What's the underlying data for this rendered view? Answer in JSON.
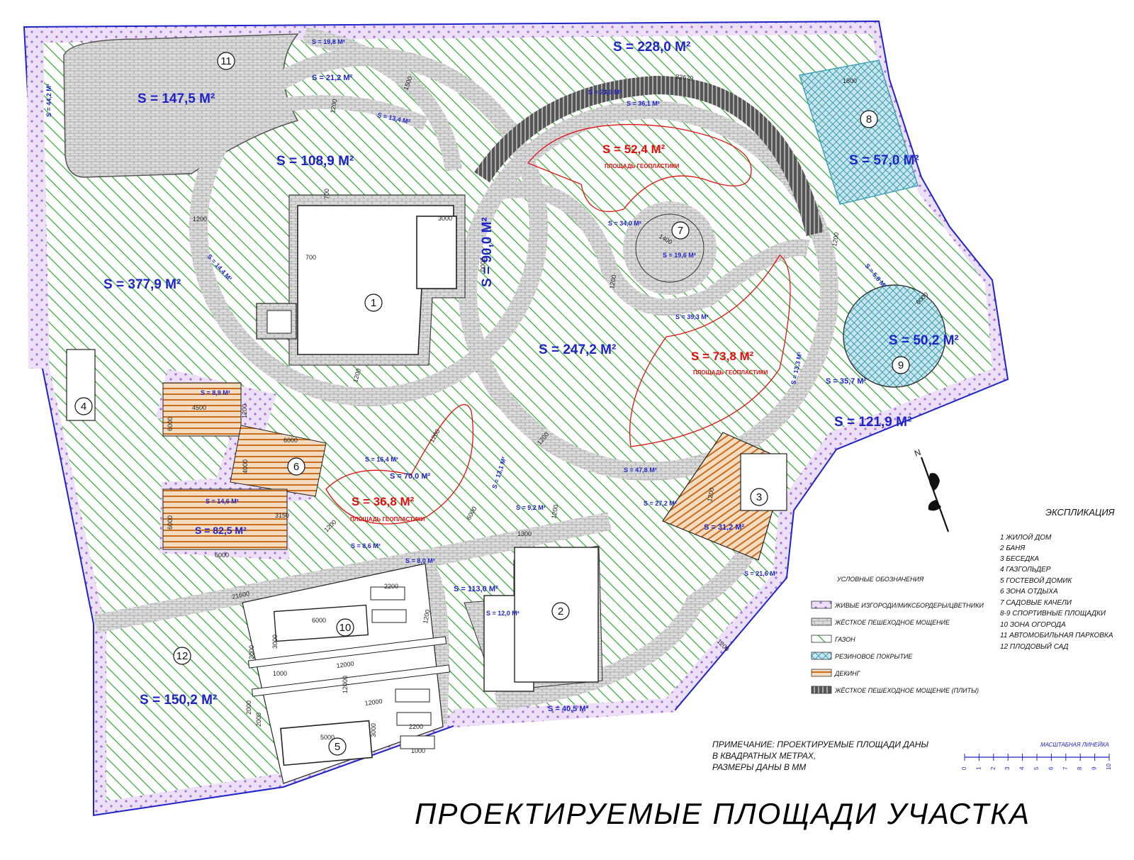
{
  "title": "ПРОЕКТИРУЕМЫЕ ПЛОЩАДИ УЧАСТКА",
  "note": [
    "ПРИМЕЧАНИЕ: ПРОЕКТИРУЕМЫЕ ПЛОЩАДИ ДАНЫ",
    "В КВАДРАТНЫХ МЕТРАХ,",
    "РАЗМЕРЫ ДАНЫ В ММ"
  ],
  "scale_bar": {
    "label": "МАСШТАБНАЯ ЛИНЕЙКА",
    "ticks": [
      "0",
      "1",
      "2",
      "3",
      "4",
      "5",
      "6",
      "7",
      "8",
      "9",
      "10"
    ]
  },
  "north_label": "N",
  "colors": {
    "lawn": "#2fa82f",
    "hedge": "#b07ad8",
    "paving": "#8a8a8a",
    "rubber": "#3a9fb5",
    "decking": "#c96d1e",
    "text_blue": "#1f24c8",
    "text_red": "#e01010"
  },
  "explication": {
    "title": "ЭКСПЛИКАЦИЯ",
    "items": [
      "1 ЖИЛОЙ ДОМ",
      "2 БАНЯ",
      "3 БЕСЕДКА",
      "4 ГАЗГОЛЬДЕР",
      "5 ГОСТЕВОЙ ДОМИК",
      "6 ЗОНА ОТДЫХА",
      "7 САДОВЫЕ КАЧЕЛИ",
      "8-9 СПОРТИВНЫЕ ПЛОЩАДКИ",
      "10 ЗОНА ОГОРОДА",
      "11 АВТОМОБИЛЬНАЯ ПАРКОВКА",
      "12 ПЛОДОВЫЙ САД"
    ]
  },
  "legend": {
    "title": "УСЛОВНЫЕ ОБОЗНАЧЕНИЯ",
    "items": [
      {
        "label": "ЖИВЫЕ ИЗГОРОДИ/МИКСБОРДЕРЫ/ЦВЕТНИКИ",
        "swatch": "hedge"
      },
      {
        "label": "ЖЁСТКОЕ ПЕШЕХОДНОЕ МОЩЕНИЕ",
        "swatch": "paving"
      },
      {
        "label": "ГАЗОН",
        "swatch": "lawn"
      },
      {
        "label": "РЕЗИНОВОЕ ПОКРЫТИЕ",
        "swatch": "rubber"
      },
      {
        "label": "ДЕКИНГ",
        "swatch": "decking"
      },
      {
        "label": "ЖЁСТКОЕ ПЕШЕХОДНОЕ МОЩЕНИЕ (ПЛИТЫ)",
        "swatch": "slabs"
      }
    ]
  },
  "big_areas": [
    "S = 228,0 M²",
    "S = 147,5 M²",
    "S = 108,9 M²",
    "S = 377,9 M²",
    "S = 90,0 M²",
    "S = 247,2 M²",
    "S = 57,0 M²",
    "S = 50,2 M²",
    "S = 121,9 M²",
    "S = 82,5 M²",
    "S = 150,2 M²"
  ],
  "geo_areas": [
    {
      "value": "S = 52,4 M²",
      "label": "ПЛОЩАДЬ ГЕОПЛАСТИКИ"
    },
    {
      "value": "S = 73,8 M²",
      "label": "ПЛОЩАДЬ ГЕОПЛАСТИКИ"
    },
    {
      "value": "S = 36,8 M²",
      "label": "ПЛОЩАДЬ ГЕОПЛАСТИКИ"
    }
  ],
  "small_areas": [
    "S = 44,2 M²",
    "S = 19,8 M²",
    "S = 21,2 M²",
    "S = 13,4 M²",
    "S = 23,6 M²",
    "S = 36,1 M²",
    "S = 34,0 M²",
    "S = 19,6 M²",
    "S = 39,3 M²",
    "S = 14,4 M²",
    "S = 5,8 M²",
    "S = 35,7 M²",
    "S = 13,3 M²",
    "S = 8,9 M²",
    "S = 16,4 M²",
    "S = 70,0 M²",
    "S = 13,1 M²",
    "S = 47,8 M²",
    "S = 14,6 M²",
    "S = 9,2 M²",
    "S = 27,2 M²",
    "S = 31,2 M²",
    "S = 8,6 M²",
    "S = 8,0 M²",
    "S = 113,0 M²",
    "S = 12,0 M²",
    "S = 21,6 M²",
    "S = 40,5 M²"
  ],
  "object_numbers": [
    "1",
    "2",
    "3",
    "4",
    "5",
    "6",
    "7",
    "8",
    "9",
    "10",
    "11",
    "12"
  ],
  "dimensions": [
    "33670",
    "1500",
    "1200",
    "700",
    "3000",
    "700",
    "2000",
    "1400",
    "1200",
    "1200",
    "1200",
    "1200",
    "1200",
    "1200",
    "1200",
    "6000",
    "1800",
    "6000",
    "4500",
    "1200",
    "6000",
    "3150",
    "6000",
    "6000",
    "4000",
    "6000",
    "1200",
    "1300",
    "21600",
    "12000",
    "2000",
    "6000",
    "1000",
    "12000",
    "12000",
    "2000",
    "2000",
    "2200",
    "2200",
    "1000",
    "3000",
    "1200",
    "5000",
    "3000",
    "1200",
    "1200"
  ]
}
